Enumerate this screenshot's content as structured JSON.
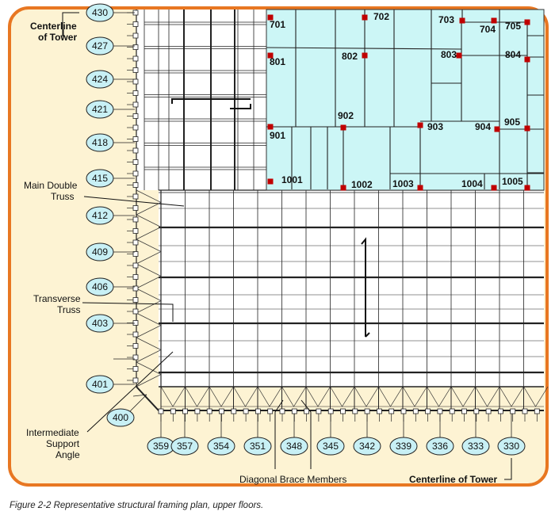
{
  "colors": {
    "border": "#e87722",
    "background": "#fdf3d3",
    "room": "#ccf6f6",
    "column": "#c00000",
    "bubble": "#c8f0f5"
  },
  "left_labels": {
    "centerline": [
      "Centerline",
      "of Tower"
    ],
    "main_double_truss": [
      "Main Double",
      "Truss"
    ],
    "transverse_truss": [
      "Transverse",
      "Truss"
    ],
    "intermediate_support_angle": [
      "Intermediate",
      "Support",
      "Angle"
    ]
  },
  "left_bubbles": [
    "430",
    "427",
    "424",
    "421",
    "418",
    "415",
    "412",
    "409",
    "406",
    "403",
    "401"
  ],
  "corner_bubble": "400",
  "bottom_bubbles": [
    "359",
    "357",
    "354",
    "351",
    "348",
    "345",
    "342",
    "339",
    "336",
    "333",
    "330"
  ],
  "room_labels": [
    "701",
    "702",
    "703",
    "704",
    "705",
    "801",
    "802",
    "803",
    "804",
    "901",
    "902",
    "903",
    "904",
    "905",
    "1001",
    "1002",
    "1003",
    "1004",
    "1005"
  ],
  "diagonal_brace_label": "Diagonal Brace Members",
  "bottom_centerline_label": "Centerline of Tower",
  "caption": "Figure 2-2   Representative structural framing plan, upper floors."
}
